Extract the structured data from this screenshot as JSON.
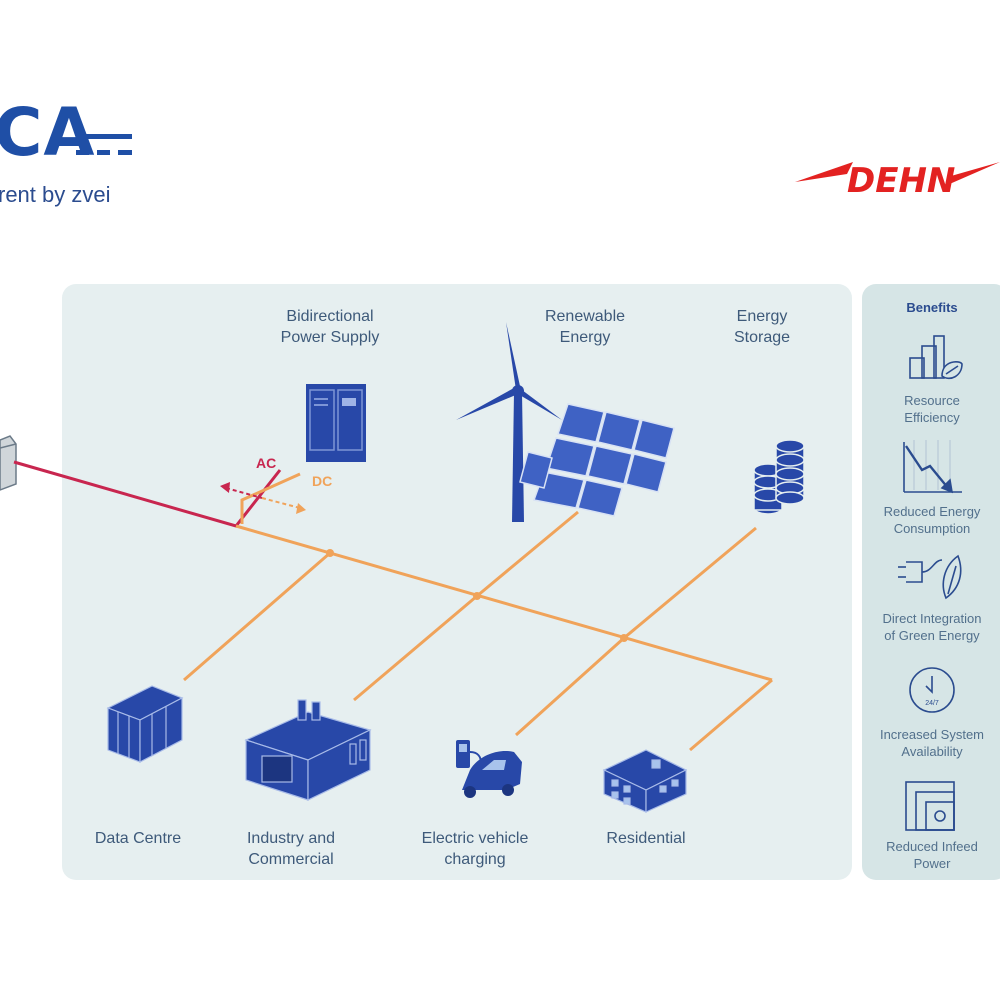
{
  "logo_left": {
    "mark": "CA",
    "sub": "rent  by zvei"
  },
  "logo_right": {
    "text": "DEHN"
  },
  "labels": {
    "bidirectional": [
      "Bidirectional",
      "Power Supply"
    ],
    "renewable": [
      "Renewable",
      "Energy"
    ],
    "storage": [
      "Energy",
      "Storage"
    ],
    "ac": "AC",
    "dc": "DC",
    "data_centre": "Data Centre",
    "industry": [
      "Industry and",
      "Commercial"
    ],
    "ev": [
      "Electric vehicle",
      "charging"
    ],
    "residential": "Residential"
  },
  "benefits": {
    "title": "Benefits",
    "items": [
      {
        "icon": "resource-efficiency-icon",
        "label": [
          "Resource",
          "Efficiency"
        ]
      },
      {
        "icon": "reduced-consumption-icon",
        "label": [
          "Reduced Energy",
          "Consumption"
        ]
      },
      {
        "icon": "green-plug-icon",
        "label": [
          "Direct Integration",
          "of Green Energy"
        ]
      },
      {
        "icon": "clock-24-7-icon",
        "label": [
          "Increased System",
          "Availability"
        ],
        "badge": "24/7"
      },
      {
        "icon": "reduced-infeed-icon",
        "label": [
          "Reduced Infeed",
          "Power"
        ]
      }
    ]
  },
  "colors": {
    "ac_line": "#c8264f",
    "dc_line": "#f0a35a",
    "icon_blue": "#2848a8",
    "panel": "#e6eff0",
    "dehn_red": "#e32221"
  }
}
